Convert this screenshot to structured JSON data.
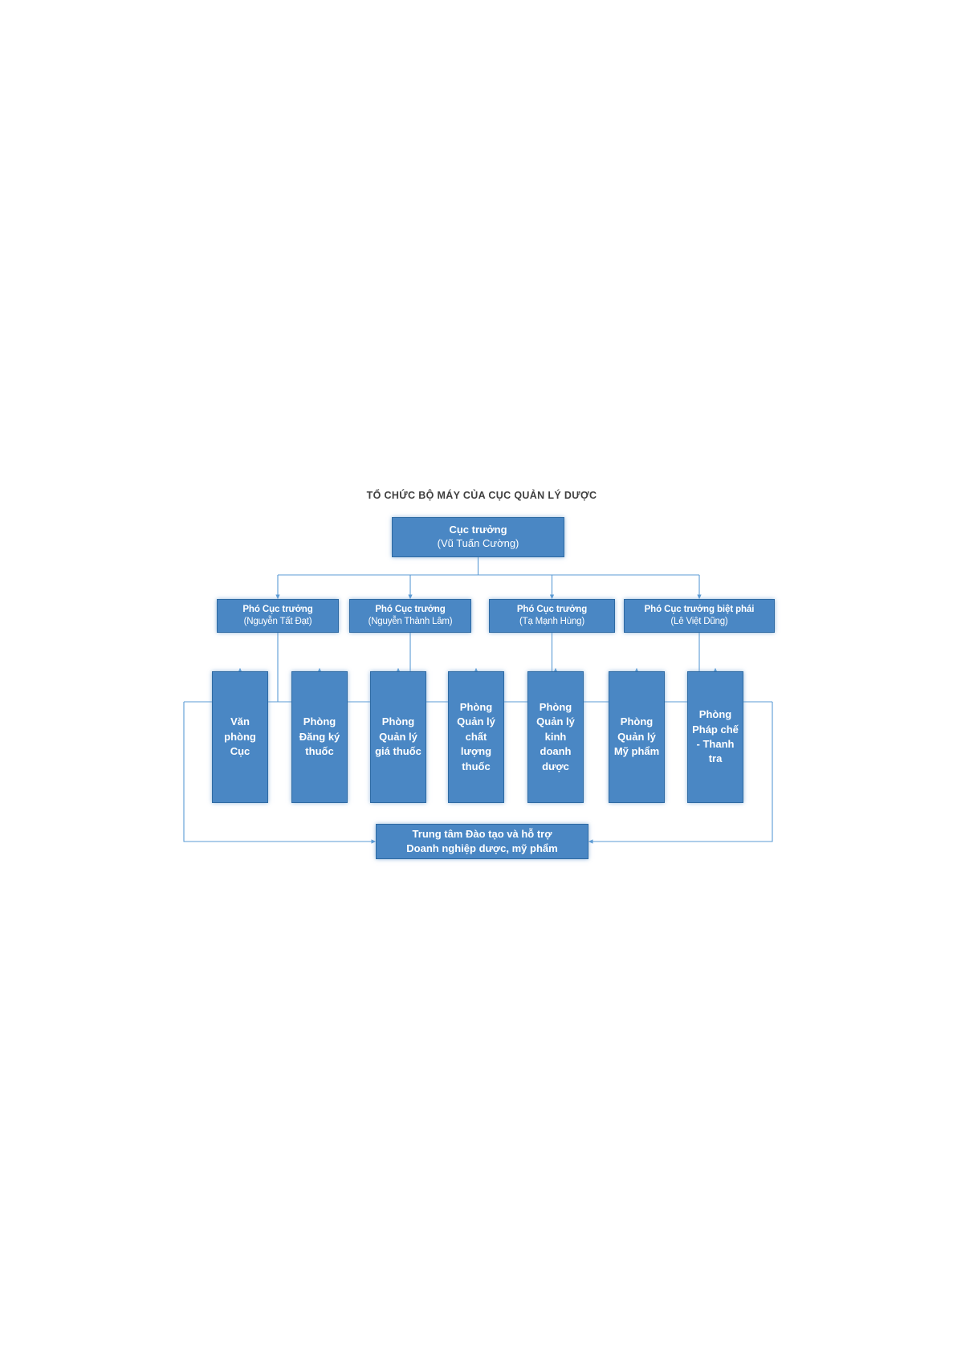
{
  "chart": {
    "title": "TỔ CHỨC BỘ MÁY CỦA CỤC QUẢN LÝ DƯỢC",
    "colors": {
      "box_fill": "#4a87c4",
      "box_border": "#2e6aa3",
      "box_text": "#ffffff",
      "connector": "#5b9bd5",
      "title_text": "#3f3f3f",
      "page_background": "#ffffff"
    },
    "root": {
      "title": "Cục trưởng",
      "name": "(Vũ Tuấn Cường)"
    },
    "deputies": [
      {
        "title": "Phó Cục trưởng",
        "name": "(Nguyễn Tất Đạt)"
      },
      {
        "title": "Phó Cục trưởng",
        "name": "(Nguyễn Thành Lâm)"
      },
      {
        "title": "Phó Cục trưởng",
        "name": "(Tạ Mạnh Hùng)"
      },
      {
        "title": "Phó Cục trưởng biệt phái",
        "name": "(Lê Việt Dũng)"
      }
    ],
    "departments": [
      {
        "label": "Văn phòng Cục"
      },
      {
        "label": "Phòng Đăng ký thuốc"
      },
      {
        "label": "Phòng Quản lý giá thuốc"
      },
      {
        "label": "Phòng Quản lý chất lượng thuốc"
      },
      {
        "label": "Phòng Quản lý kinh doanh dược"
      },
      {
        "label": "Phòng Quản lý Mỹ phẩm"
      },
      {
        "label": "Phòng Pháp chế - Thanh tra"
      }
    ],
    "center": {
      "line1": "Trung tâm Đào tạo và hỗ trợ",
      "line2": "Doanh nghiệp dược, mỹ phẩm"
    }
  }
}
